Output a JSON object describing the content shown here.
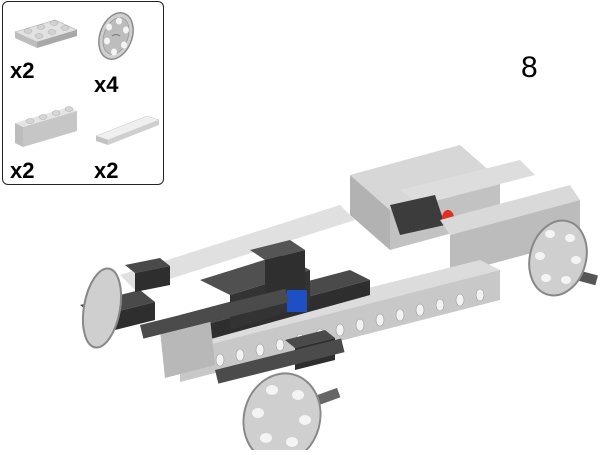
{
  "page": {
    "type": "building-instructions",
    "step_number": "8"
  },
  "parts_list": {
    "items": [
      {
        "name": "plate-2x3",
        "color": "light-gray",
        "quantity": "x2"
      },
      {
        "name": "wheel",
        "color": "light-gray",
        "quantity": "x4"
      },
      {
        "name": "brick-1x4",
        "color": "light-gray",
        "quantity": "x2"
      },
      {
        "name": "tile-1x4",
        "color": "light-gray",
        "quantity": "x2"
      }
    ]
  },
  "model": {
    "description": "chassis-with-wheels",
    "colors": {
      "light_gray": "#c8c8c8",
      "dark_gray": "#3a3a3a",
      "blue_accent": "#1f4fc4",
      "red_accent": "#e03020"
    }
  }
}
